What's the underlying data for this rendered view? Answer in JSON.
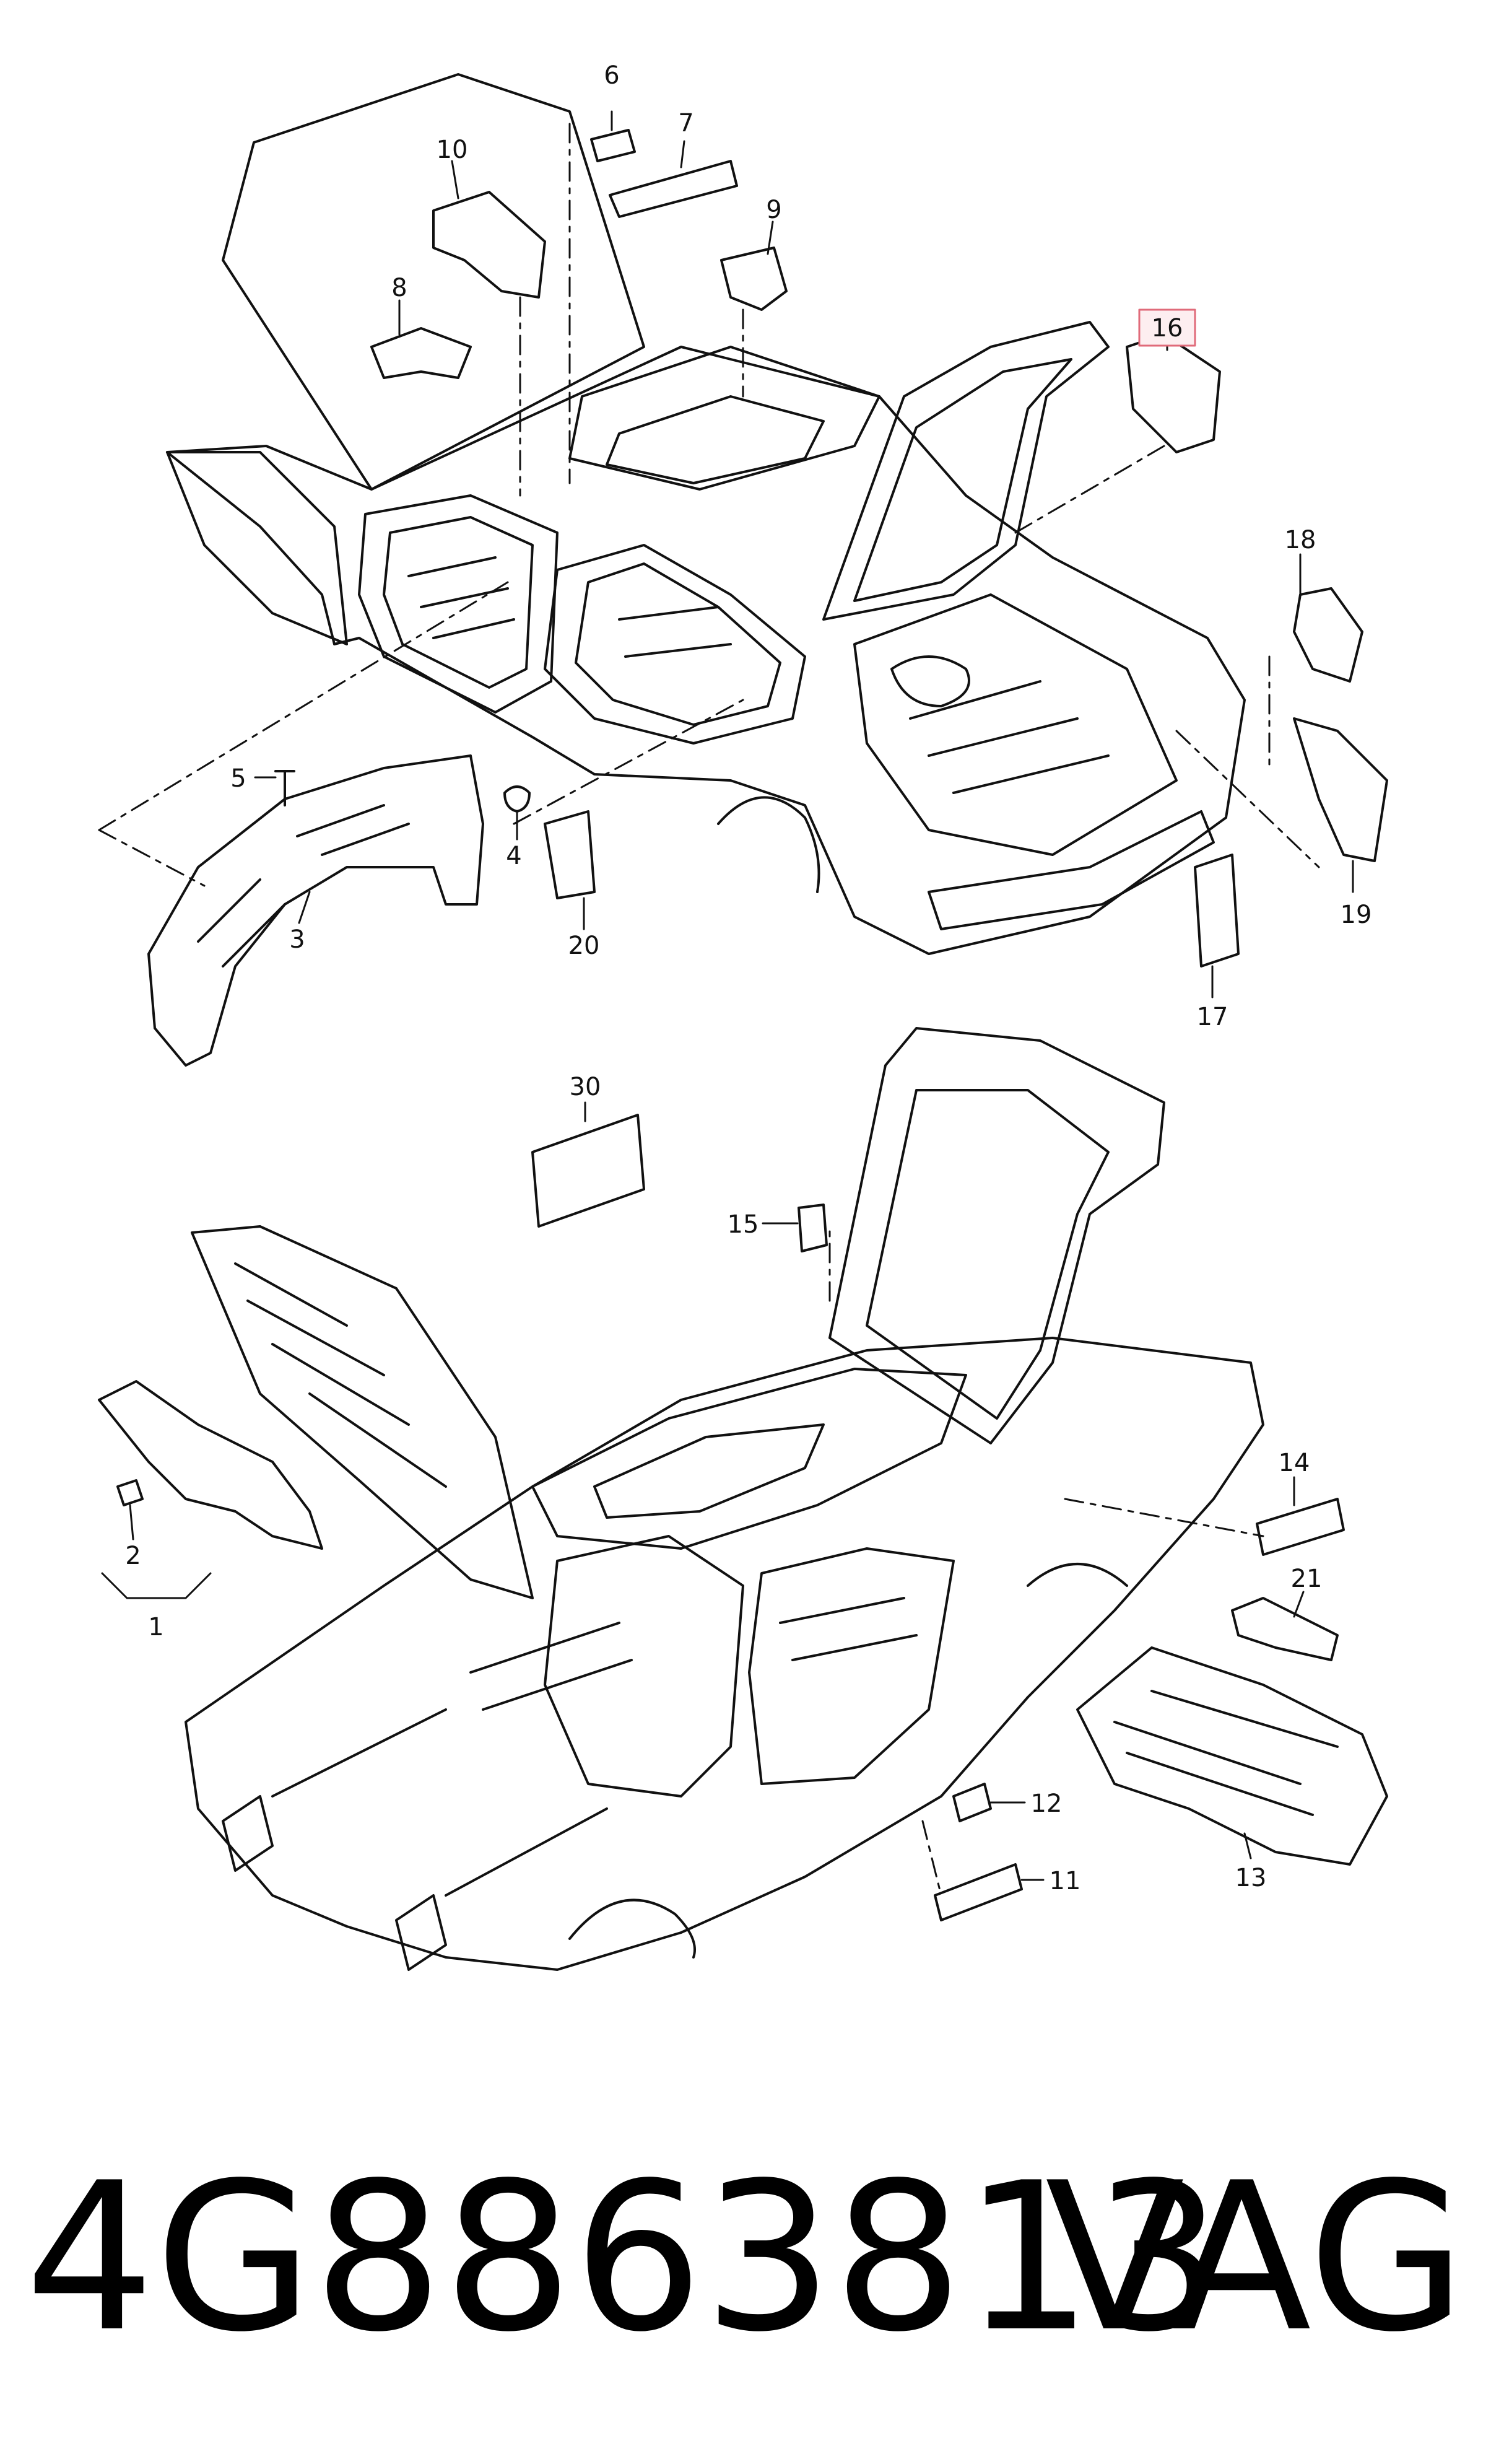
{
  "footer": {
    "part_number": "4G8863813",
    "brand": "VAG"
  },
  "highlight_color": "#e06b7a",
  "line_color": "#111111",
  "callouts": [
    {
      "id": "c1",
      "label": "1"
    },
    {
      "id": "c2",
      "label": "2"
    },
    {
      "id": "c3",
      "label": "3"
    },
    {
      "id": "c4",
      "label": "4"
    },
    {
      "id": "c5",
      "label": "5"
    },
    {
      "id": "c6",
      "label": "6"
    },
    {
      "id": "c7",
      "label": "7"
    },
    {
      "id": "c8",
      "label": "8"
    },
    {
      "id": "c9",
      "label": "9"
    },
    {
      "id": "c10",
      "label": "10"
    },
    {
      "id": "c11",
      "label": "11"
    },
    {
      "id": "c12",
      "label": "12"
    },
    {
      "id": "c13",
      "label": "13"
    },
    {
      "id": "c14",
      "label": "14"
    },
    {
      "id": "c15",
      "label": "15"
    },
    {
      "id": "c16",
      "label": "16",
      "highlighted": true
    },
    {
      "id": "c17",
      "label": "17"
    },
    {
      "id": "c18",
      "label": "18"
    },
    {
      "id": "c19",
      "label": "19"
    },
    {
      "id": "c20",
      "label": "20"
    },
    {
      "id": "c21",
      "label": "21"
    },
    {
      "id": "c30",
      "label": "30"
    }
  ]
}
